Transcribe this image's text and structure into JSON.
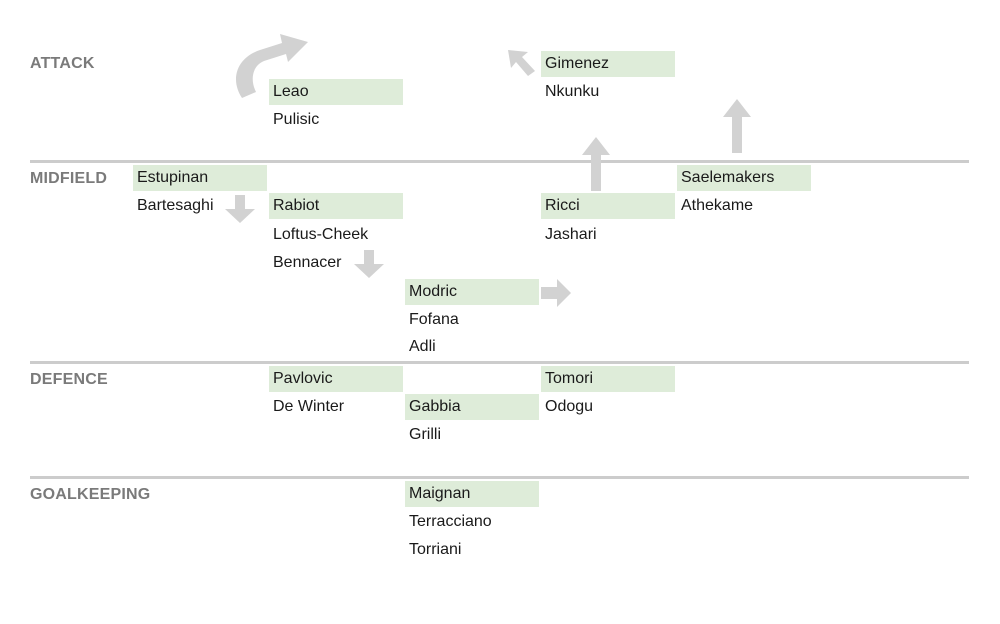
{
  "sections": [
    {
      "id": "attack",
      "label": "ATTACK"
    },
    {
      "id": "midfield",
      "label": "MIDFIELD"
    },
    {
      "id": "defence",
      "label": "DEFENCE"
    },
    {
      "id": "goalkeeping",
      "label": "GOALKEEPING"
    }
  ],
  "players": [
    {
      "id": "leao",
      "name": "Leao",
      "role": "starter"
    },
    {
      "id": "pulisic",
      "name": "Pulisic",
      "role": "backup"
    },
    {
      "id": "gimenez",
      "name": "Gimenez",
      "role": "starter"
    },
    {
      "id": "nkunku",
      "name": "Nkunku",
      "role": "backup"
    },
    {
      "id": "estupinan",
      "name": "Estupinan",
      "role": "starter"
    },
    {
      "id": "bartesaghi",
      "name": "Bartesaghi",
      "role": "backup"
    },
    {
      "id": "rabiot",
      "name": "Rabiot",
      "role": "starter"
    },
    {
      "id": "loftus-cheek",
      "name": "Loftus-Cheek",
      "role": "backup"
    },
    {
      "id": "bennacer",
      "name": "Bennacer",
      "role": "backup"
    },
    {
      "id": "modric",
      "name": "Modric",
      "role": "starter"
    },
    {
      "id": "fofana",
      "name": "Fofana",
      "role": "backup"
    },
    {
      "id": "adli",
      "name": "Adli",
      "role": "backup"
    },
    {
      "id": "ricci",
      "name": "Ricci",
      "role": "starter"
    },
    {
      "id": "jashari",
      "name": "Jashari",
      "role": "backup"
    },
    {
      "id": "saelemakers",
      "name": "Saelemakers",
      "role": "starter"
    },
    {
      "id": "athekame",
      "name": "Athekame",
      "role": "backup"
    },
    {
      "id": "pavlovic",
      "name": "Pavlovic",
      "role": "starter"
    },
    {
      "id": "de-winter",
      "name": "De Winter",
      "role": "backup"
    },
    {
      "id": "gabbia",
      "name": "Gabbia",
      "role": "starter"
    },
    {
      "id": "grilli",
      "name": "Grilli",
      "role": "backup"
    },
    {
      "id": "tomori",
      "name": "Tomori",
      "role": "starter"
    },
    {
      "id": "odogu",
      "name": "Odogu",
      "role": "backup"
    },
    {
      "id": "maignan",
      "name": "Maignan",
      "role": "starter"
    },
    {
      "id": "terracciano",
      "name": "Terracciano",
      "role": "backup"
    },
    {
      "id": "torriani",
      "name": "Torriani",
      "role": "backup"
    }
  ],
  "arrows": [
    {
      "id": "leao-curve",
      "icon": "curved-arrow-icon"
    },
    {
      "id": "gimenez-diag",
      "icon": "diagonal-arrow-icon"
    },
    {
      "id": "ricci-up",
      "icon": "up-arrow-icon"
    },
    {
      "id": "saelemakers-up",
      "icon": "up-arrow-icon"
    },
    {
      "id": "estupinan-down",
      "icon": "down-arrow-icon"
    },
    {
      "id": "rabiot-down",
      "icon": "down-arrow-icon"
    },
    {
      "id": "modric-right",
      "icon": "right-arrow-icon"
    }
  ],
  "colors": {
    "starter_highlight": "#deecd9",
    "divider": "#cccccc",
    "section_label": "#7a7a7a",
    "arrow": "#d2d2d2"
  }
}
